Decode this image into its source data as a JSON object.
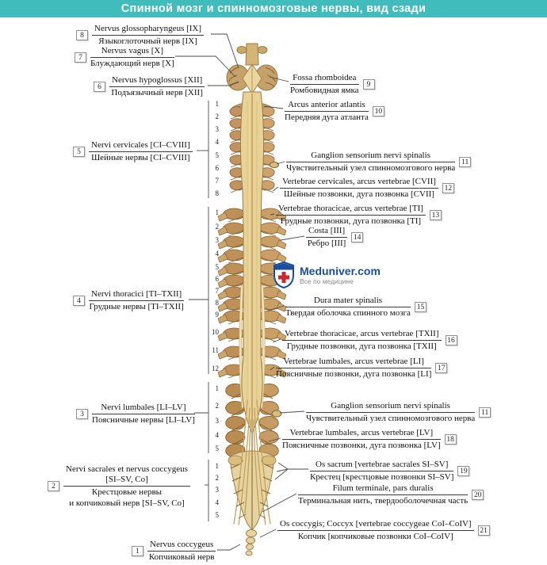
{
  "title": "Спинной мозг и спинномозговые нервы, вид сзади",
  "colors": {
    "header_bg": "#41BCBD",
    "header_text": "#FFFFFF",
    "logo_blue": "#1A4F9E",
    "logo_red": "#CC2A2A"
  },
  "logo": {
    "name": "Meduniver.com",
    "tagline": "Все по медицине"
  },
  "left_labels": [
    {
      "num": "8",
      "latin": "Nervus glossopharyngeus [IX]",
      "russian": "Языкоглоточный нерв [IX]"
    },
    {
      "num": "7",
      "latin": "Nervus vagus [X]",
      "russian": "Блуждающий нерв [X]"
    },
    {
      "num": "6",
      "latin": "Nervus hypoglossus [XII]",
      "russian": "Подъязычный нерв [XII]"
    },
    {
      "num": "5",
      "latin": "Nervi cervicales [CI–CVIII]",
      "russian": "Шейные нервы [CI–CVIII]"
    },
    {
      "num": "4",
      "latin": "Nervi thoracici [TI–TXII]",
      "russian": "Грудные нервы [TI–TXII]"
    },
    {
      "num": "3",
      "latin": "Nervi lumbales [LI–LV]",
      "russian": "Поясничные нервы [LI–LV]"
    },
    {
      "num": "2",
      "latin1": "Nervi sacrales et nervus coccygeus",
      "latin2": "[SI–SV, Co]",
      "russian1": "Крестцовые нервы",
      "russian2": "и копчиковый нерв [SI–SV, Co]"
    },
    {
      "num": "1",
      "latin": "Nervus coccygeus",
      "russian": "Копчиковый нерв"
    }
  ],
  "right_labels": [
    {
      "num": "9",
      "latin": "Fossa rhomboidea",
      "russian": "Ромбовидная ямка"
    },
    {
      "num": "10",
      "latin": "Arcus anterior atlantis",
      "russian": "Передняя дуга атланта"
    },
    {
      "num": "11",
      "latin": "Ganglion sensorium nervi spinalis",
      "russian": "Чувствительный узел спинномозгового нерва"
    },
    {
      "num": "12",
      "latin": "Vertebrae cervicales, arcus vertebrae [CVII]",
      "russian": "Шейные позвонки, дуга позвонка [CVII]"
    },
    {
      "num": "13",
      "latin": "Vertebrae thoracicae, arcus vertebrae [TI]",
      "russian": "Грудные позвонки, дуга позвонка [TI]"
    },
    {
      "num": "14",
      "latin": "Costa [III]",
      "russian": "Ребро [III]"
    },
    {
      "num": "15",
      "latin": "Dura mater spinalis",
      "russian": "Твердая оболочка спинного мозга"
    },
    {
      "num": "16",
      "latin": "Vertebrae thoracicae, arcus vertebrae [TXII]",
      "russian": "Грудные позвонки, дуга позвонка [TXII]"
    },
    {
      "num": "17",
      "latin": "Vertebrae lumbales, arcus vertebrae [LI]",
      "russian": "Поясничные позвонки, дуга позвонка [LI]"
    },
    {
      "num": "11",
      "latin": "Ganglion sensorium nervi spinalis",
      "russian": "Чувствительный узел спинномозгового нерва"
    },
    {
      "num": "18",
      "latin": "Vertebrae lumbales, arcus vertebrae [LV]",
      "russian": "Поясничные позвонки, дуга позвонка [LV]"
    },
    {
      "num": "19",
      "latin": "Os sacrum [vertebrae sacrales SI–SV]",
      "russian": "Крестец [крестцовые позвонки SI–SV]"
    },
    {
      "num": "20",
      "latin": "Filum terminale, pars duralis",
      "russian": "Терминальная нить, твердооболочечная часть"
    },
    {
      "num": "21",
      "latin": "Os coccygis; Coccyx [vertebrae coccygeae CoI–CoIV]",
      "russian": "Копчик [копчиковые позвонки CoI–CoIV]"
    }
  ],
  "spine_numbers": {
    "cervical": [
      "1",
      "2",
      "3",
      "4",
      "5",
      "6",
      "7",
      "8"
    ],
    "thoracic": [
      "1",
      "2",
      "3",
      "4",
      "5",
      "6",
      "7",
      "8",
      "9",
      "10",
      "11",
      "12"
    ],
    "lumbar": [
      "1",
      "2",
      "3",
      "4",
      "5"
    ],
    "sacral": [
      "1",
      "2",
      "3",
      "4",
      "5"
    ]
  }
}
